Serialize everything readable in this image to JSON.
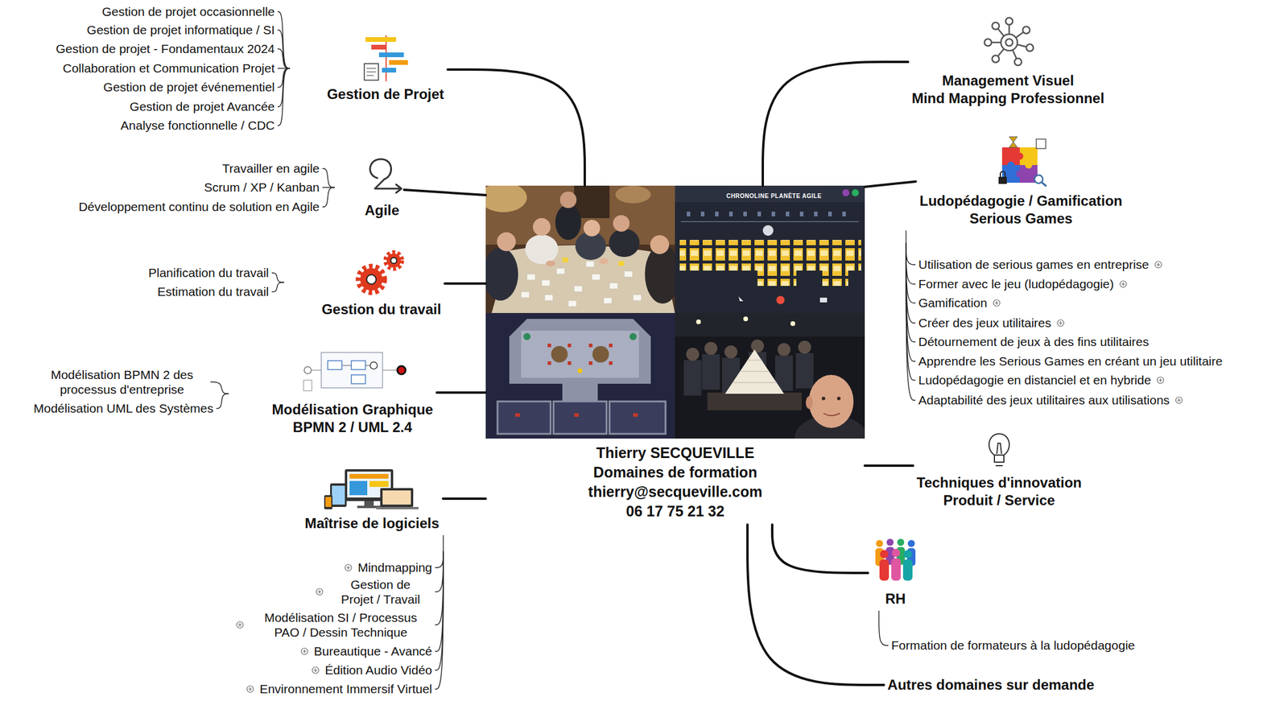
{
  "diagram": {
    "nodes": [
      {
        "text": [
          "Thierry SECQUEVILLE",
          "Domaines de formation",
          "thierry@secqueville.com",
          "06 17 75 21 32"
        ]
      },
      {
        "text": [
          "Gestion de Projet"
        ]
      },
      {
        "text": [
          "Agile"
        ]
      },
      {
        "text": [
          "Gestion du travail"
        ]
      },
      {
        "text": [
          "Modélisation Graphique",
          "BPMN 2 / UML 2.4"
        ]
      },
      {
        "text": [
          "Maîtrise de logiciels"
        ]
      },
      {
        "text": [
          "Management Visuel",
          "Mind Mapping Professionnel"
        ]
      },
      {
        "text": [
          "Ludopédagogie / Gamification",
          "Serious Games"
        ]
      },
      {
        "text": [
          "Techniques d'innovation",
          "Produit / Service"
        ]
      },
      {
        "text": [
          "RH"
        ]
      },
      {
        "text": [
          "Autres domaines sur demande"
        ]
      }
    ],
    "edges": [
      {
        "from": 0,
        "to": 1,
        "arrow": "none"
      },
      {
        "from": 0,
        "to": 2,
        "arrow": "none"
      },
      {
        "from": 0,
        "to": 3,
        "arrow": "none"
      },
      {
        "from": 0,
        "to": 4,
        "arrow": "none"
      },
      {
        "from": 0,
        "to": 5,
        "arrow": "none"
      },
      {
        "from": 0,
        "to": 6,
        "arrow": "none"
      },
      {
        "from": 0,
        "to": 7,
        "arrow": "none"
      },
      {
        "from": 0,
        "to": 8,
        "arrow": "none"
      },
      {
        "from": 0,
        "to": 9,
        "arrow": "none"
      },
      {
        "from": 0,
        "to": 10,
        "arrow": "none"
      }
    ],
    "labels": [
      "Gestion de projet occasionnelle",
      "Gestion de projet informatique / SI",
      "Gestion de projet - Fondamentaux 2024",
      "Collaboration et Communication Projet",
      "Gestion de projet événementiel",
      "Gestion de projet Avancée",
      "Analyse fonctionnelle / CDC",
      "Travailler en agile",
      "Scrum / XP / Kanban",
      "Développement continu de solution en Agile",
      "Planification du travail",
      "Estimation du travail",
      "Modélisation BPMN 2 des processus d'entreprise",
      "Modélisation UML des Systèmes",
      "Mindmapping",
      "Gestion de Projet / Travail",
      "Modélisation SI / Processus PAO / Dessin Technique",
      "Bureautique - Avancé",
      "Édition Audio Vidéo",
      "Environnement Immersif Virtuel",
      "CHRONOLINE PLANÈTE AGILE",
      "Utilisation de serious games en entreprise",
      "Former avec le jeu (ludopédagogie)",
      "Gamification",
      "Créer des jeux utilitaires",
      "Détournement de jeux à des fins utilitaires",
      "Apprendre les Serious Games en créant un jeu utilitaire",
      "Ludopédagogie en distanciel et en hybride",
      "Adaptabilité des jeux utilitaires aux utilisations",
      "Formation de formateurs à la ludopédagogie"
    ]
  }
}
